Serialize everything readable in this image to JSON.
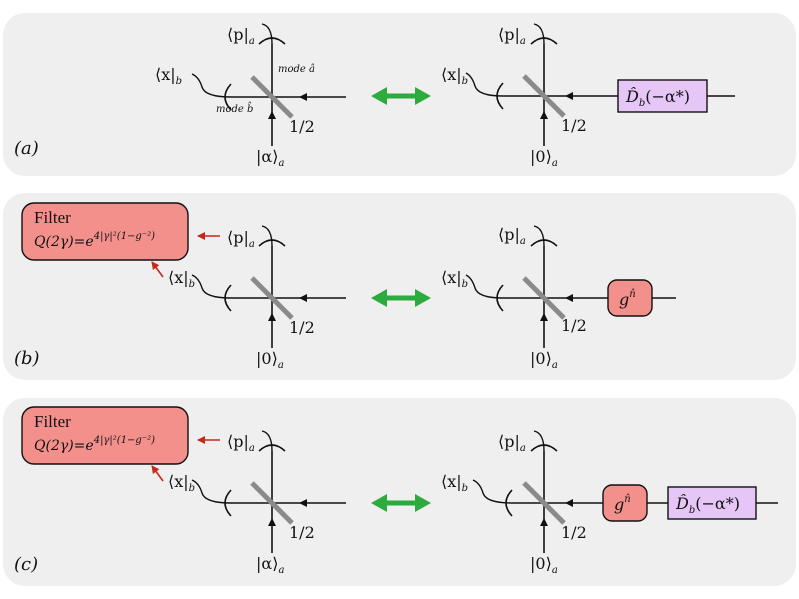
{
  "colors": {
    "panel_bg": "#efefef",
    "green_arrow": "#2eab3e",
    "red_arrow": "#c4291b",
    "filter_fill": "#f4908c",
    "operator_fill": "#e6c6f6",
    "beamsplitter": "#8a8a8a"
  },
  "panels": [
    {
      "id": "a",
      "label": "(a)",
      "left": {
        "p_label": "⟨p|",
        "p_sub": "a",
        "x_label": "⟨x|",
        "x_sub": "b",
        "input_label": "|α⟩",
        "input_sub": "a",
        "ratio": "1/2",
        "mode_a": "mode â",
        "mode_b": "mode b̂"
      },
      "right": {
        "p_label": "⟨p|",
        "p_sub": "a",
        "x_label": "⟨x|",
        "x_sub": "b",
        "input_label": "|0⟩",
        "input_sub": "a",
        "ratio": "1/2",
        "operator": "D̂",
        "operator_sub": "b",
        "operator_arg": "(−α*)"
      }
    },
    {
      "id": "b",
      "label": "(b)",
      "filter": {
        "title": "Filter",
        "formula": "Q(2γ)=e",
        "exponent": "4|γ|²(1−g⁻²)"
      },
      "left": {
        "p_label": "⟨p|",
        "p_sub": "a",
        "x_label": "⟨x|",
        "x_sub": "b",
        "input_label": "|0⟩",
        "input_sub": "a",
        "ratio": "1/2"
      },
      "right": {
        "p_label": "⟨p|",
        "p_sub": "a",
        "x_label": "⟨x|",
        "x_sub": "b",
        "input_label": "|0⟩",
        "input_sub": "a",
        "ratio": "1/2",
        "gain": "g",
        "gain_exp": "n̂"
      }
    },
    {
      "id": "c",
      "label": "(c)",
      "filter": {
        "title": "Filter",
        "formula": "Q(2γ)=e",
        "exponent": "4|γ|²(1−g⁻²)"
      },
      "left": {
        "p_label": "⟨p|",
        "p_sub": "a",
        "x_label": "⟨x|",
        "x_sub": "b",
        "input_label": "|α⟩",
        "input_sub": "a",
        "ratio": "1/2"
      },
      "right": {
        "p_label": "⟨p|",
        "p_sub": "a",
        "x_label": "⟨x|",
        "x_sub": "b",
        "input_label": "|0⟩",
        "input_sub": "a",
        "ratio": "1/2",
        "gain": "g",
        "gain_exp": "n̂",
        "operator": "D̂",
        "operator_sub": "b",
        "operator_arg": "(−α*)"
      }
    }
  ]
}
